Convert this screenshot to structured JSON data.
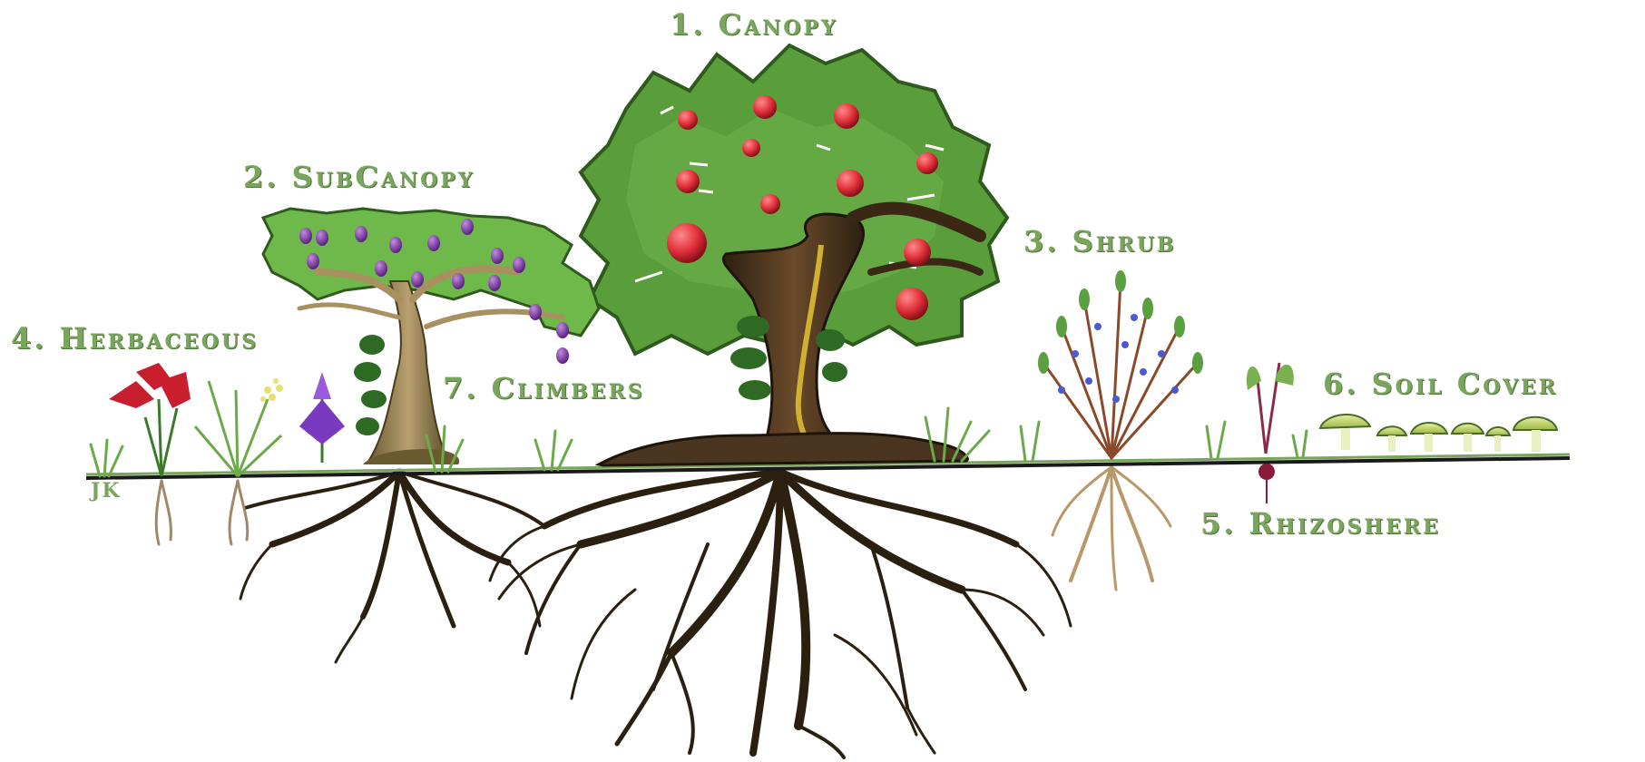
{
  "labels": {
    "canopy": "1. Canopy",
    "subcanopy": "2. SubCanopy",
    "shrub": "3. Shrub",
    "herbaceous": "4. Herbaceous",
    "rhizosphere": "5. Rhizoshere",
    "soil_cover": "6. Soil Cover",
    "climbers": "7. Climbers"
  },
  "signature": "JK",
  "colors": {
    "canopy_leaf": "#5a9e3c",
    "canopy_leaf_edge": "#2f5a1e",
    "subcanopy_leaf": "#6fb84a",
    "trunk": "#4a3520",
    "roots": "#2b2010",
    "apple": "#e0303a",
    "plum": "#7a3a9a",
    "berry": "#4a5ad0",
    "label": "#7aa55c",
    "ground_line": "#1a1a1a"
  }
}
